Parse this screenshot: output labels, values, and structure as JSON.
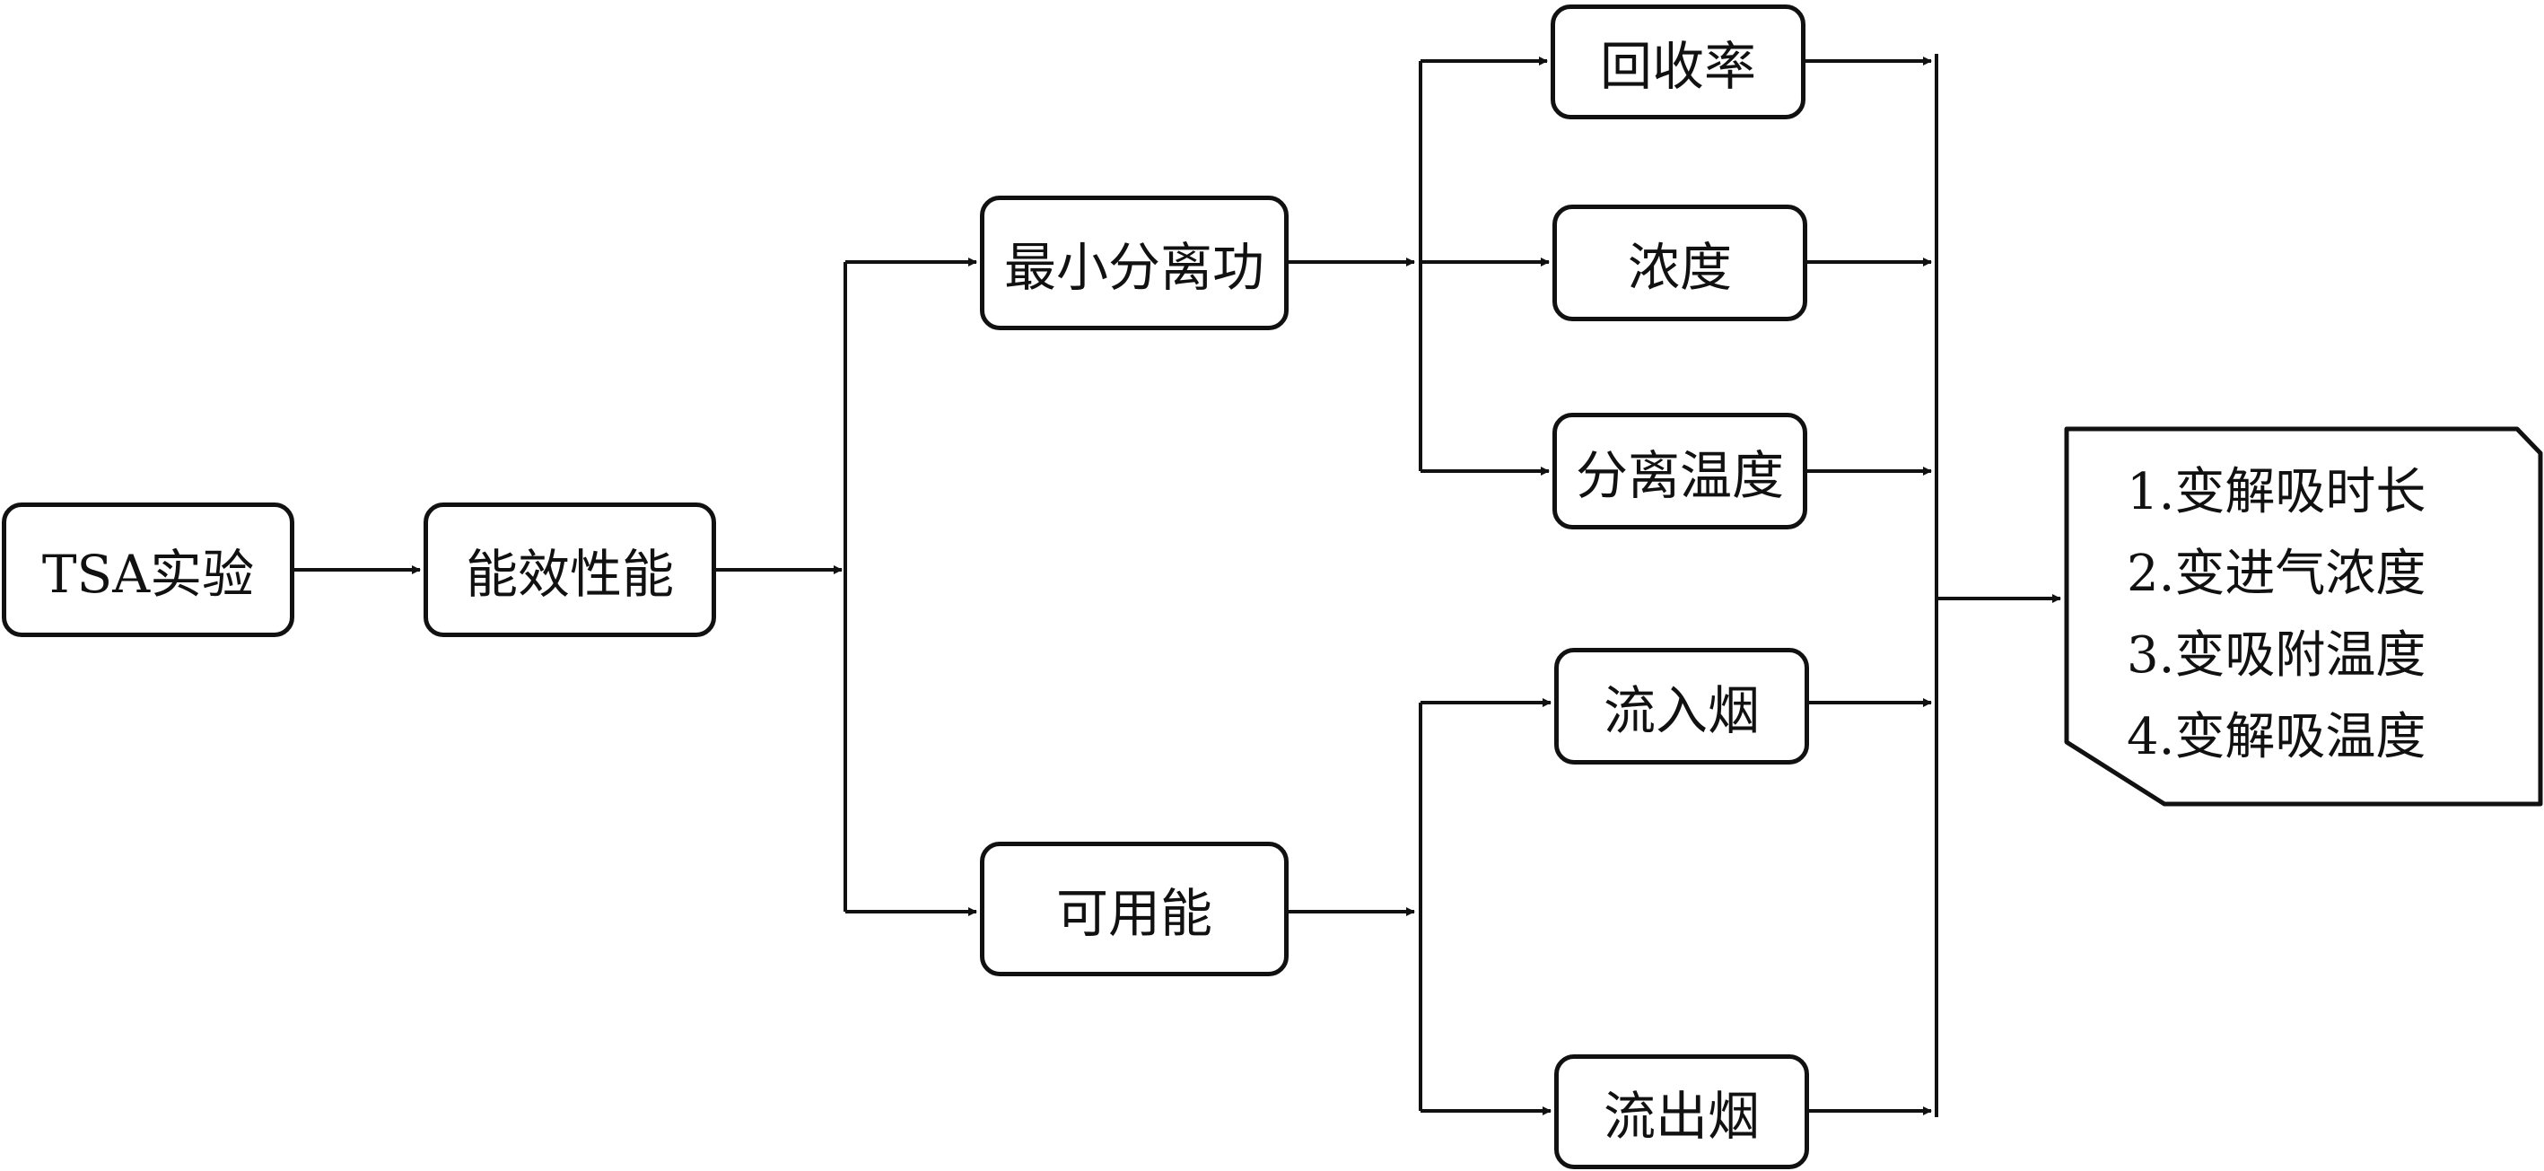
{
  "nodes": {
    "tsa": "TSA实验",
    "energy_performance": "能效性能",
    "min_separation_work": "最小分离功",
    "available_energy": "可用能",
    "recovery_rate": "回收率",
    "concentration": "浓度",
    "separation_temperature": "分离温度",
    "inflow_exergy": "流入烟",
    "outflow_exergy": "流出烟"
  },
  "conditions": {
    "items": [
      "1.变解吸时长",
      "2.变进气浓度",
      "3.变吸附温度",
      "4.变解吸温度"
    ]
  },
  "colors": {
    "line": "#111111",
    "background": "#ffffff"
  }
}
